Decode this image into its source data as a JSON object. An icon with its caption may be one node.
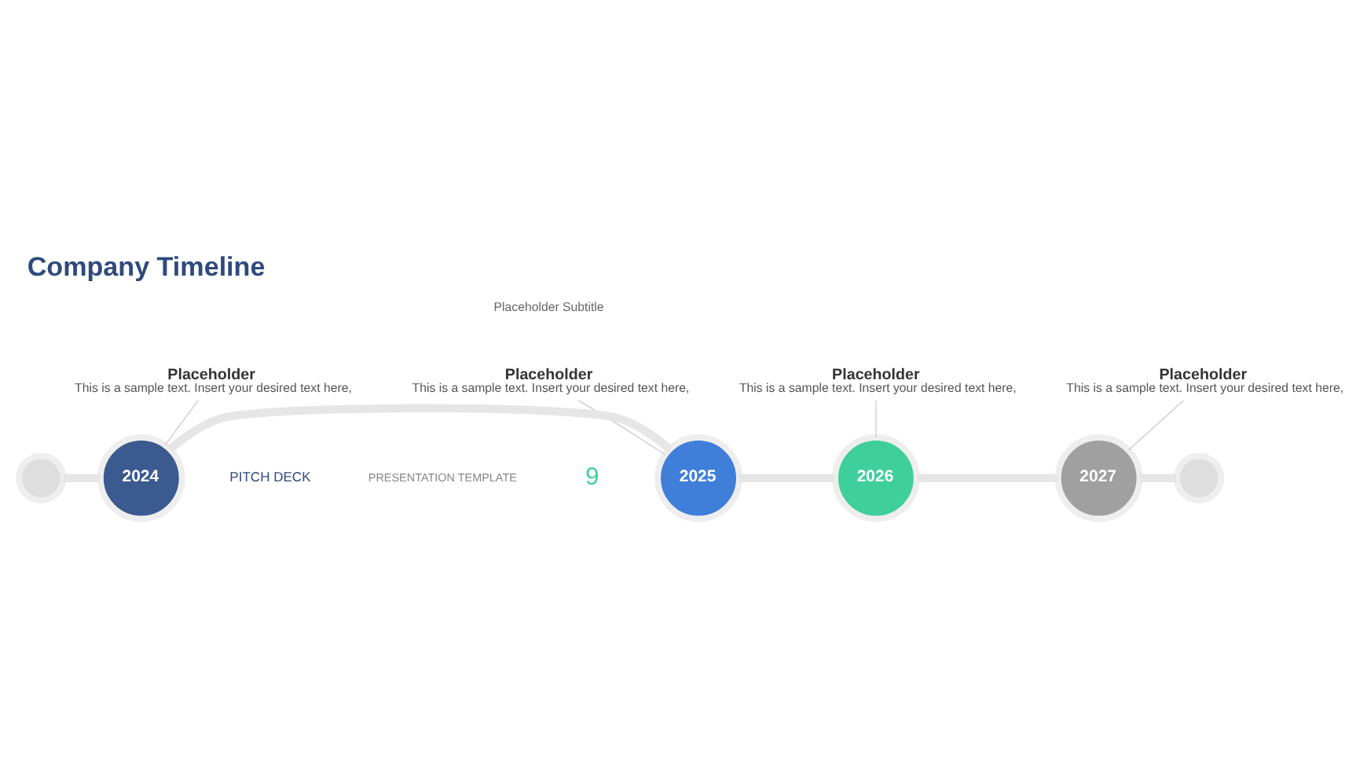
{
  "diagram": {
    "title": "Company Timeline",
    "nodes": [
      {
        "text": [
          "Placeholder",
          "This is a sample text. Insert your desired text here,"
        ]
      },
      {
        "text": [
          "Placeholder",
          "This is a sample text. Insert your desired text here,"
        ]
      },
      {
        "text": [],
        "shape": "circle"
      },
      {
        "text": [
          "2024"
        ]
      },
      {
        "text": [
          "2025"
        ]
      },
      {
        "text": [
          "2026"
        ]
      },
      {
        "text": [
          "2027"
        ]
      },
      {
        "text": [],
        "shape": "circle"
      },
      {
        "text": [
          "Placeholder",
          "This is a sample text. Insert your desired text here,"
        ]
      },
      {
        "text": [
          "Placeholder",
          "This is a sample text. Insert your desired text here,"
        ]
      }
    ],
    "edges": [
      {
        "from": 2,
        "to": 3,
        "arrow": "none"
      },
      {
        "from": 3,
        "to": 4,
        "arrow": "none"
      },
      {
        "from": 4,
        "to": 5,
        "arrow": "none"
      },
      {
        "from": 5,
        "to": 6,
        "arrow": "none"
      },
      {
        "from": 6,
        "to": 7,
        "arrow": "none"
      },
      {
        "from": 0,
        "to": 4,
        "arrow": "none"
      },
      {
        "from": 1,
        "to": 6,
        "arrow": "none"
      },
      {
        "from": 8,
        "to": 3,
        "arrow": "none"
      },
      {
        "from": 9,
        "to": 5,
        "arrow": "none"
      }
    ],
    "labels": [
      "Placeholder Subtitle",
      "PITCH DECK",
      "PRESENTATION TEMPLATE",
      "9"
    ]
  }
}
